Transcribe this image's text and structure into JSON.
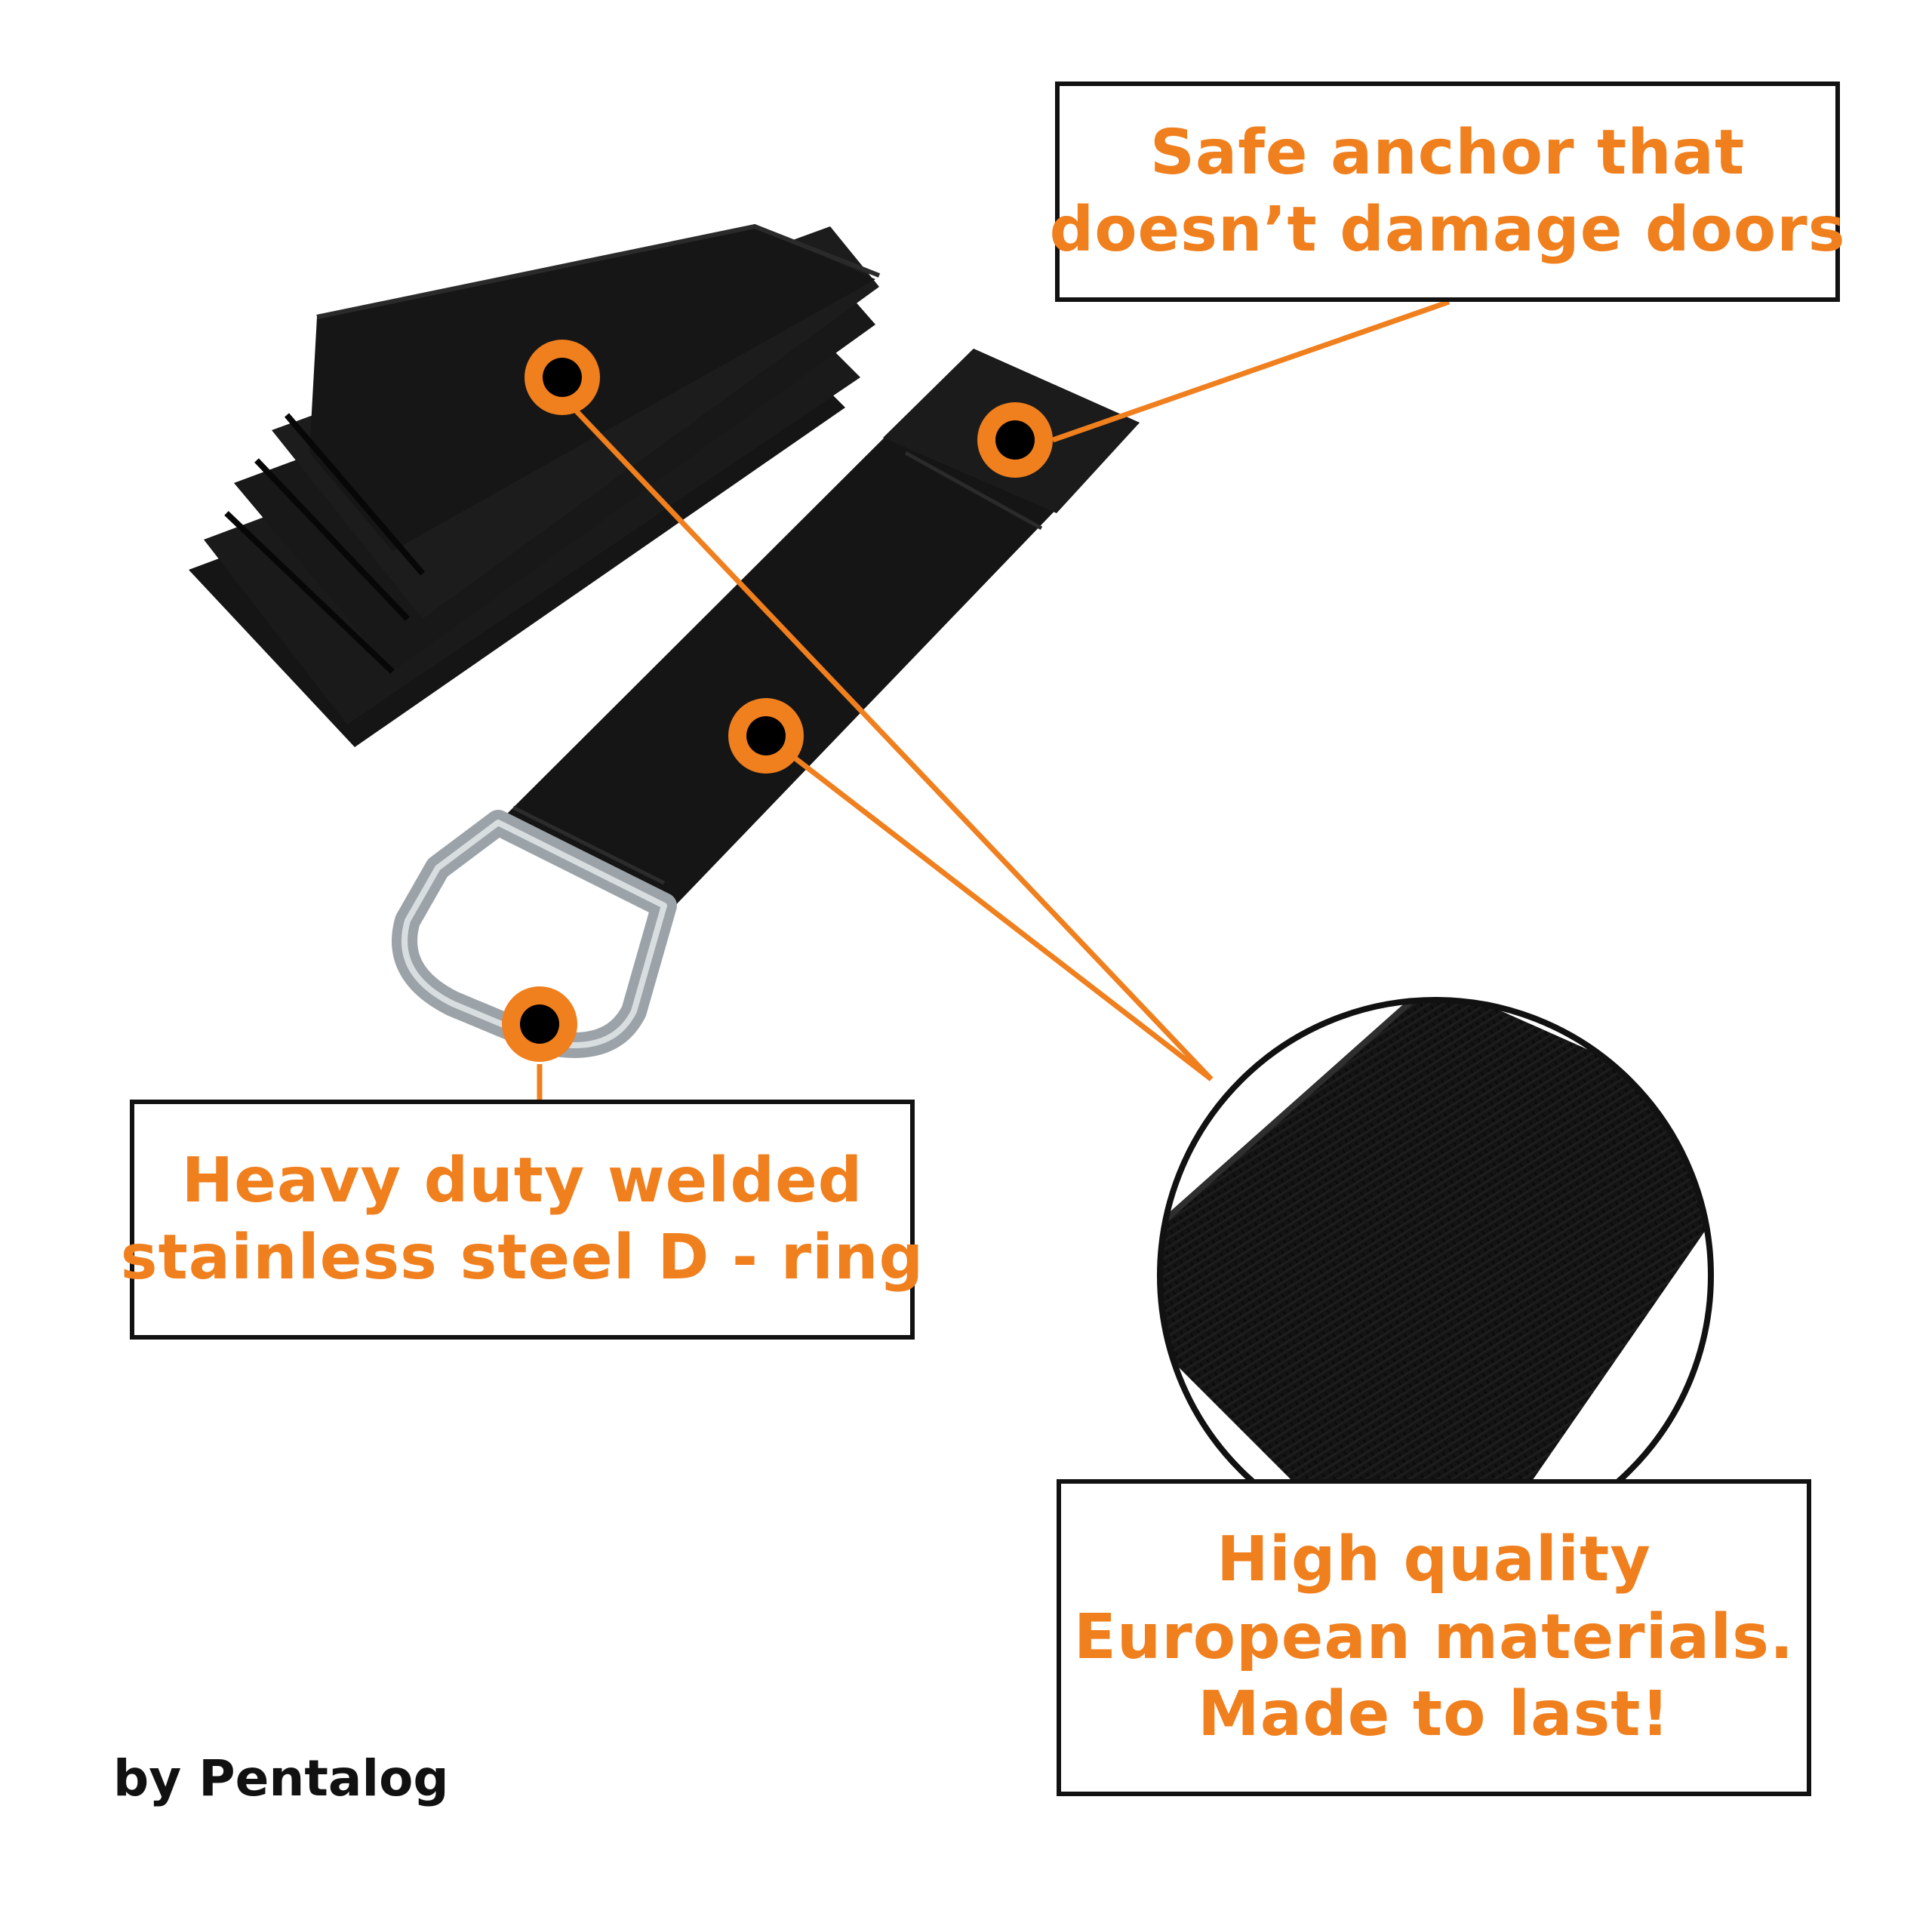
{
  "colors": {
    "accent": "#F07F1E",
    "strap": "#121212",
    "ring": "#9CA3A8",
    "border": "#111111"
  },
  "callouts": {
    "anchor": {
      "line1": "Safe anchor that",
      "line2": "doesn’t damage doors"
    },
    "dring": {
      "line1": "Heavy duty welded",
      "line2": "stainless steel D - ring"
    },
    "quality": {
      "line1": "High quality",
      "line2": "European materials.",
      "line3": "Made to last!"
    }
  },
  "brand": {
    "text": "by Pentalog"
  },
  "icons": {
    "marker": "orange-ring-dot-icon",
    "zoom": "fabric-zoom-circle"
  }
}
